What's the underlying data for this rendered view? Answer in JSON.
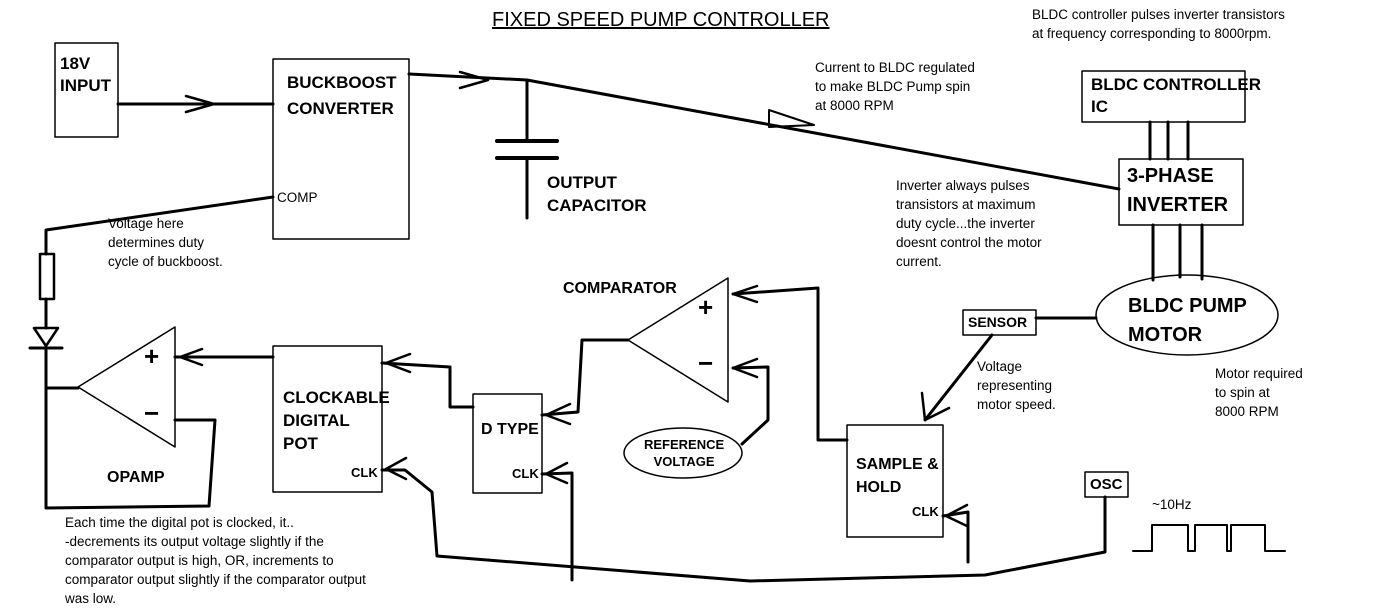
{
  "title": "FIXED SPEED PUMP CONTROLLER",
  "blocks": {
    "input": "18V\nINPUT",
    "buckboost": "BUCKBOOST\nCONVERTER",
    "comp_pin": "COMP",
    "output_cap": "OUTPUT\nCAPACITOR",
    "bldc_ic": "BLDC CONTROLLER\nIC",
    "inverter": "3-PHASE\nINVERTER",
    "motor": "BLDC PUMP\nMOTOR",
    "sensor": "SENSOR",
    "comparator": "COMPARATOR",
    "comp_plus": "+",
    "comp_minus": "−",
    "reference": "REFERENCE\nVOLTAGE",
    "dtype": "D TYPE",
    "dtype_clk": "CLK",
    "digipot": "CLOCKABLE\nDIGITAL\nPOT",
    "digipot_clk": "CLK",
    "opamp": "OPAMP",
    "opamp_plus": "+",
    "opamp_minus": "−",
    "sample_hold": "SAMPLE &\nHOLD",
    "sh_clk": "CLK",
    "osc": "OSC",
    "osc_freq": "~10Hz"
  },
  "notes": {
    "bldc_pulses": "BLDC controller pulses inverter transistors\nat frequency corresponding to 8000rpm.",
    "current_regulated": "Current to BLDC regulated\nto make BLDC Pump spin\nat 8000 RPM",
    "inverter_note": "Inverter always pulses\ntransistors at maximum\nduty cycle...the inverter\ndoesnt control the motor\ncurrent.",
    "duty_note": "Voltage here\ndetermines duty\ncycle of buckboost.",
    "speed_note": "Voltage\nrepresenting\nmotor speed.",
    "motor_note": "Motor required\nto spin at\n8000 RPM",
    "pot_note": "Each time the digital pot is clocked, it..\n-decrements its output voltage slightly if the\ncomparator output is high, OR, increments to\ncomparator output slightly if the comparator output\nwas low."
  }
}
